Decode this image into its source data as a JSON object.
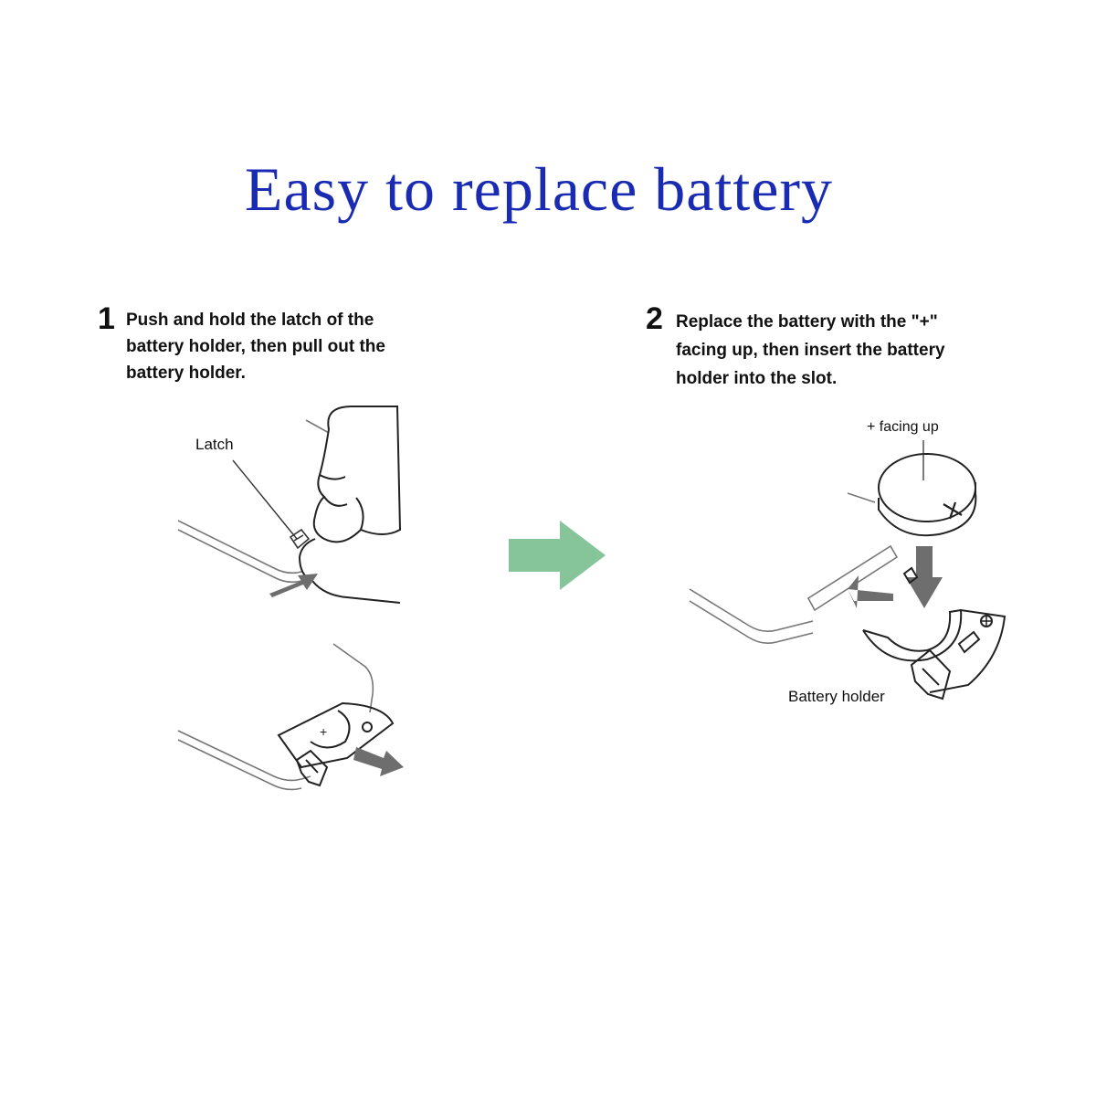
{
  "title": "Easy to replace battery",
  "steps": [
    {
      "number": "1",
      "lines": [
        "Push and hold the latch of the",
        "battery holder, then pull out the",
        "battery holder."
      ],
      "callouts": {
        "latch": "Latch"
      }
    },
    {
      "number": "2",
      "lines": [
        "Replace the battery with the \"+\"",
        "facing up, then insert the battery",
        "holder into the slot."
      ],
      "callouts": {
        "facing": "+ facing up",
        "holder": "Battery holder"
      }
    }
  ],
  "symbols": {
    "plus": "+"
  },
  "colors": {
    "title": "#1a2bb3",
    "next_arrow": "#86c499",
    "direction_arrow": "#6e6e6e",
    "line_art": "#555555"
  }
}
